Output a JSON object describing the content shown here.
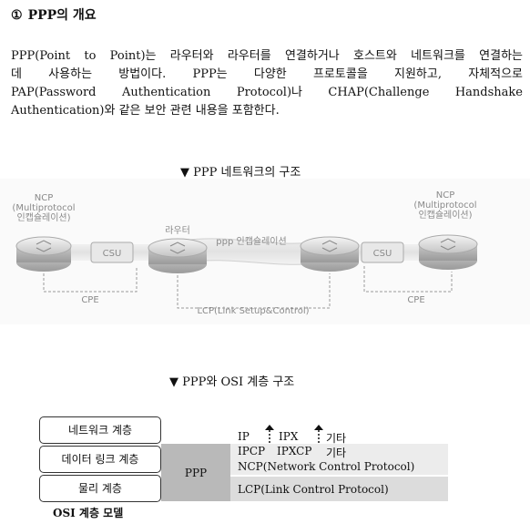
{
  "heading": {
    "number": "①",
    "title": "PPP의 개요"
  },
  "paragraph": {
    "line1": "PPP(Point to Point)는 라우터와 라우터를 연결하거나 호스트와 네트워크를 연결하는",
    "line2": "데 사용하는 방법이다. PPP는 다양한 프로토콜을 지원하고, 자체적으로",
    "line3": "PAP(Password Authentication Protocol)나 CHAP(Challenge Handshake",
    "line4": "Authentication)와 같은 보안 관련 내용을 포함한다."
  },
  "network_diagram": {
    "caption": "▼ PPP 네트워크의 구조",
    "ncp_left": {
      "line1": "NCP",
      "line2": "(Multiprotocol",
      "line3": "인캡슐레이션)"
    },
    "ncp_right": {
      "line1": "NCP",
      "line2": "(Multiprotocol",
      "line3": "인캡슐레이션)"
    },
    "router_label": "라우터",
    "encapsulation_label": "ppp 인캡슐레이션",
    "csu_left": "CSU",
    "csu_right": "CSU",
    "cpe_left": "CPE",
    "cpe_right": "CPE",
    "lcp_label": "LCP(Link Setup&Control)"
  },
  "osi_diagram": {
    "caption": "▼ PPP와 OSI 계층 구조",
    "layers": {
      "network": "네트워크 계층",
      "datalink": "데이터 링크 계층",
      "physical": "물리 계층"
    },
    "model_label": "OSI 계층 모델",
    "ppp_label": "PPP",
    "row1": {
      "a": "IP",
      "b": "IPX",
      "c": "기타"
    },
    "row2": {
      "a": "IPCP",
      "b": "IPXCP",
      "c": "기타"
    },
    "ncp": "NCP(Network Control Protocol)",
    "lcp": "LCP(Link Control Protocol)"
  }
}
